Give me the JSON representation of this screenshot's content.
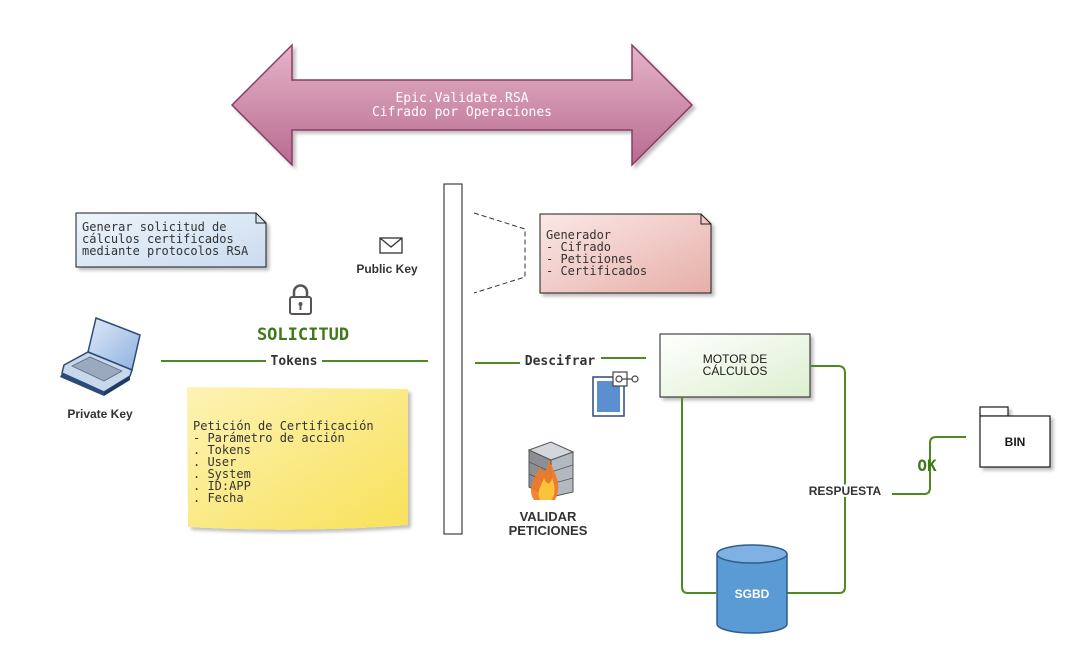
{
  "banner": {
    "line1": "Epic.Validate.RSA",
    "line2": "Cifrado por Operaciones"
  },
  "notes": {
    "request_note": {
      "lines": [
        "Generar solicitud de",
        "cálculos certificados",
        "mediante protocolos RSA"
      ]
    },
    "generator_note": {
      "lines": [
        "Generador",
        "- Cifrado",
        "- Peticiones",
        "- Certificados"
      ]
    },
    "certification_note": {
      "lines": [
        "Petición de Certificación",
        "- Parámetro de acción",
        ". Tokens",
        ". User",
        ". System",
        ". ID:APP",
        ". Fecha"
      ]
    }
  },
  "labels": {
    "public_key": "Public Key",
    "solicitud": "SOLICITUD",
    "tokens": "Tokens",
    "private_key": "Private Key",
    "descifrar": "Descifrar",
    "validar_line1": "VALIDAR",
    "validar_line2": "PETICIONES",
    "motor_line1": "MOTOR DE",
    "motor_line2": "CÁLCULOS",
    "respuesta": "RESPUESTA",
    "ok": "OK",
    "bin": "BIN",
    "sgbd": "SGBD"
  },
  "icons": {
    "envelope": "envelope-icon",
    "padlock": "padlock-icon",
    "laptop": "laptop-icon",
    "key_document": "key-document-icon",
    "firewall": "firewall-icon",
    "database": "database-icon",
    "folder": "folder-icon"
  },
  "colors": {
    "banner_fill": "#c77c9e",
    "banner_stroke": "#8b3a62",
    "note_blue": "#dce8f4",
    "note_pink": "#f0c4c0",
    "note_yellow": "#fbe98a",
    "green_line": "#4d8a1f",
    "green_text": "#3f7a1a",
    "motor_fill": "#eef6e8",
    "sgbd_fill": "#5b9bd5"
  }
}
